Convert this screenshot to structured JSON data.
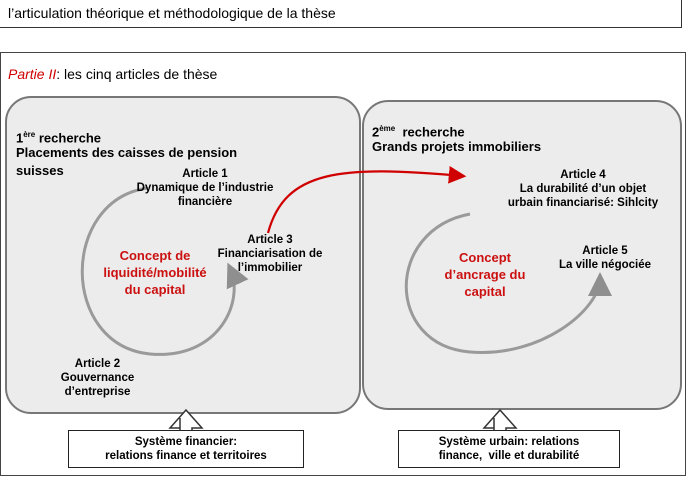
{
  "header": {
    "text": "l’articulation théorique et méthodologique de la thèse"
  },
  "part": {
    "label": "Partie II",
    "rest": ": les cinq articles de thèse"
  },
  "left_panel": {
    "num": "1",
    "sup": "ère",
    "title_rest": " recherche",
    "subtitle_1": "Placements des caisses de pension",
    "subtitle_2": "suisses",
    "article1": {
      "title": "Article 1",
      "line1": "Dynamique de l’industrie",
      "line2": "financière"
    },
    "article2": {
      "title": "Article 2",
      "line1": "Gouvernance",
      "line2": "d’entreprise"
    },
    "article3": {
      "title": "Article 3",
      "line1": "Financiarisation de",
      "line2": "l’immobilier"
    },
    "concept": {
      "line1": "Concept de",
      "line2": "liquidité/mobilité",
      "line3": "du capital"
    }
  },
  "right_panel": {
    "num": "2",
    "sup": "ème",
    "title_rest": "  recherche",
    "subtitle": "Grands projets immobiliers",
    "article4": {
      "title": "Article 4",
      "line1": "La durabilité d’un objet",
      "line2": "urbain financiarisé: Sihlcity"
    },
    "article5": {
      "title": "Article 5",
      "line1": "La ville négociée"
    },
    "concept": {
      "line1": "Concept",
      "line2": "d’ancrage du",
      "line3": "capital"
    }
  },
  "systems": {
    "left": {
      "line1": "Système financier:",
      "line2": "relations finance et territoires"
    },
    "right": {
      "line1": "Système urbain: relations",
      "line2": "finance,  ville et durabilité"
    }
  },
  "colors": {
    "accent_red": "#cc1010",
    "panel_fill": "#ececec",
    "arrow_grey": "#9a9a9a"
  }
}
